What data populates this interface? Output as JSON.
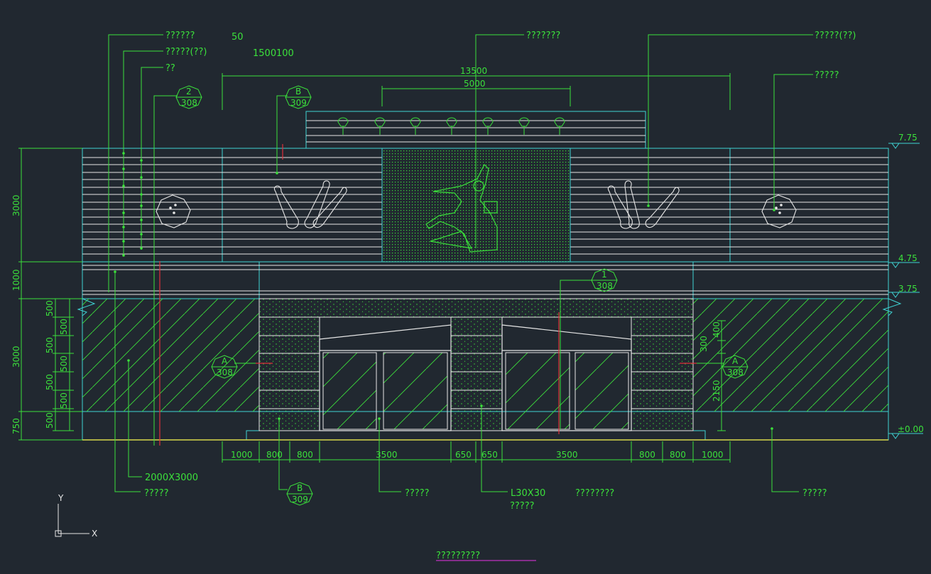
{
  "drawing": {
    "labels": {
      "l1": "??????",
      "l2": "?????(??)",
      "l3": "??",
      "l4": "???????",
      "l5": "?????(??)",
      "l6": "?????",
      "b1": "?????",
      "b2": "?????",
      "b3": "?????",
      "b4": "?????",
      "b5": "????????",
      "title": "?????????",
      "frame": "L30X30",
      "door": "2000X3000"
    },
    "dims": {
      "top_total": "13500",
      "top_mid": "5000",
      "n50": "50",
      "n1500": "1500",
      "n100": "100",
      "bottom": [
        "1000",
        "800",
        "800",
        "3500",
        "650",
        "650",
        "3500",
        "800",
        "800",
        "1000"
      ],
      "left_outer": [
        "3000",
        "1000",
        "3000",
        "750"
      ],
      "left_inner": [
        "500",
        "500",
        "500",
        "500",
        "500",
        "500",
        "500"
      ],
      "right_small": [
        "300",
        "400",
        "2150"
      ]
    },
    "levels": [
      "7.75",
      "4.75",
      "3.75",
      "±0.00"
    ],
    "callouts": [
      {
        "top": "2",
        "bottom": "308"
      },
      {
        "top": "B",
        "bottom": "309"
      },
      {
        "top": "1",
        "bottom": "308"
      },
      {
        "top": "A",
        "bottom": "308"
      },
      {
        "top": "A",
        "bottom": "308"
      },
      {
        "top": "B",
        "bottom": "309"
      }
    ],
    "ucs": {
      "x": "X",
      "y": "Y"
    }
  }
}
